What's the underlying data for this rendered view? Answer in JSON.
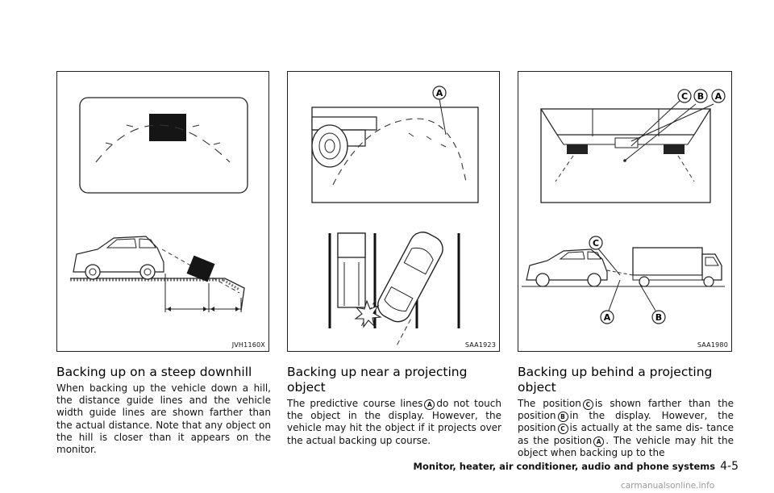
{
  "figures": [
    {
      "code": "JVH1160X"
    },
    {
      "code": "SAA1923",
      "labels": {
        "a": "A"
      }
    },
    {
      "code": "SAA1980",
      "labels": {
        "a": "A",
        "b": "B",
        "c": "C"
      }
    }
  ],
  "sections": [
    {
      "heading": "Backing up on a steep downhill",
      "body": "When backing up the vehicle down a hill, the distance guide lines and the vehicle width guide lines are shown farther than the actual distance. Note that any object on the hill is closer than it appears on the monitor."
    },
    {
      "heading": "Backing up near a projecting object",
      "body_1": "The predictive course lines",
      "marker_a": "A",
      "body_2": "do not touch the object in the display. However, the vehicle may hit the object if it projects over the actual backing up course."
    },
    {
      "heading": "Backing up behind a projecting object",
      "t1": "The position",
      "m1": "C",
      "t2": "is shown farther than the position",
      "m2": "B",
      "t3": "in the display. However, the position",
      "m3": "C",
      "t4": "is actually at the same dis- tance as the position",
      "m4": "A",
      "t5": ". The vehicle may hit the object when backing up to the"
    }
  ],
  "footer": {
    "chapter": "Monitor, heater, air conditioner, audio and phone systems",
    "page": "4-5"
  },
  "watermark": "carmanualsonline.info"
}
